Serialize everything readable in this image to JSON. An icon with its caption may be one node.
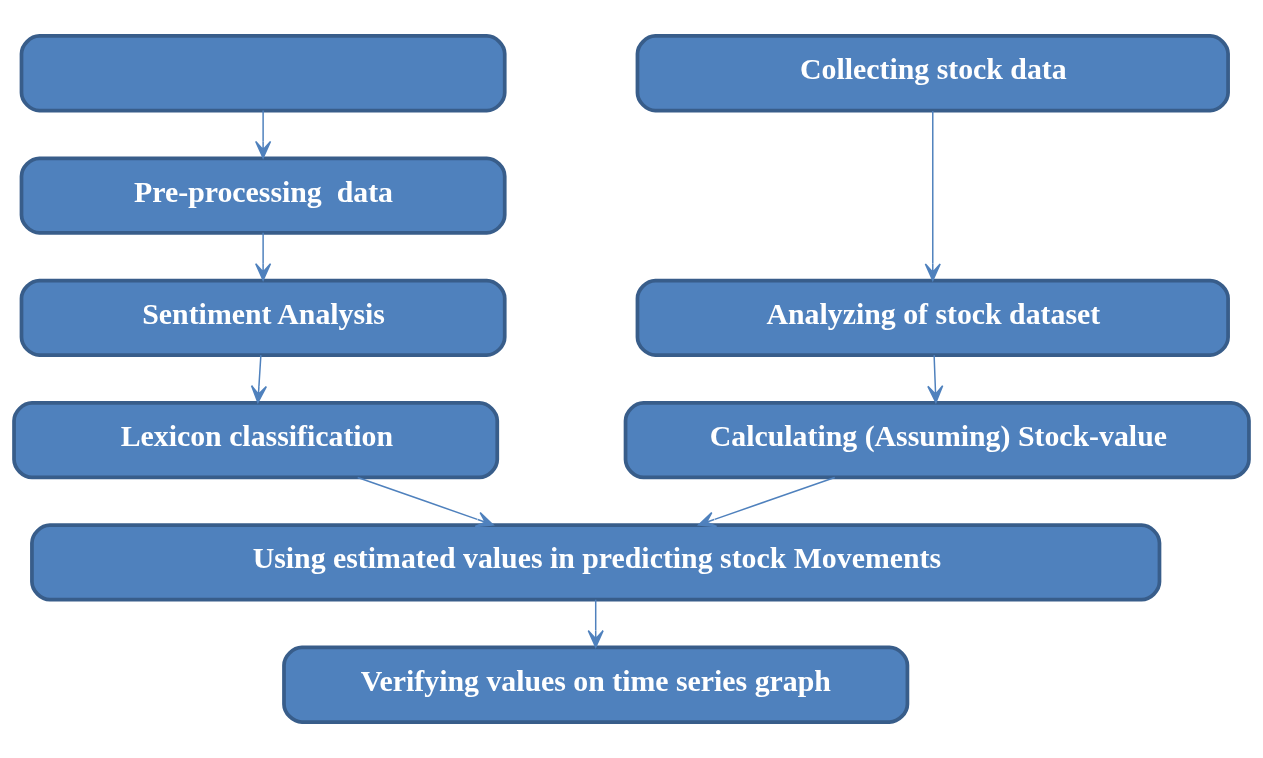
{
  "diagram": {
    "nodes": [
      {
        "text": [],
        "shape": "box"
      },
      {
        "text": [
          "Pre-processing  data"
        ]
      },
      {
        "text": [
          "Sentiment Analysis"
        ]
      },
      {
        "text": [
          "Lexicon classification"
        ]
      },
      {
        "text": [
          "Collecting stock data"
        ]
      },
      {
        "text": [
          "Analyzing of stock dataset"
        ]
      },
      {
        "text": [
          "Calculating (Assuming) Stock-value"
        ]
      },
      {
        "text": [
          "Using estimated values in predicting stock Movements"
        ]
      },
      {
        "text": [
          "Verifying values on time series graph"
        ]
      }
    ],
    "edges": [
      {
        "from": 0,
        "to": 1,
        "arrow": "to"
      },
      {
        "from": 1,
        "to": 2,
        "arrow": "to"
      },
      {
        "from": 2,
        "to": 3,
        "arrow": "to"
      },
      {
        "from": 4,
        "to": 5,
        "arrow": "to"
      },
      {
        "from": 5,
        "to": 6,
        "arrow": "to"
      },
      {
        "from": 3,
        "to": 7,
        "arrow": "to"
      },
      {
        "from": 6,
        "to": 7,
        "arrow": "to"
      },
      {
        "from": 7,
        "to": 8,
        "arrow": "to"
      }
    ]
  }
}
